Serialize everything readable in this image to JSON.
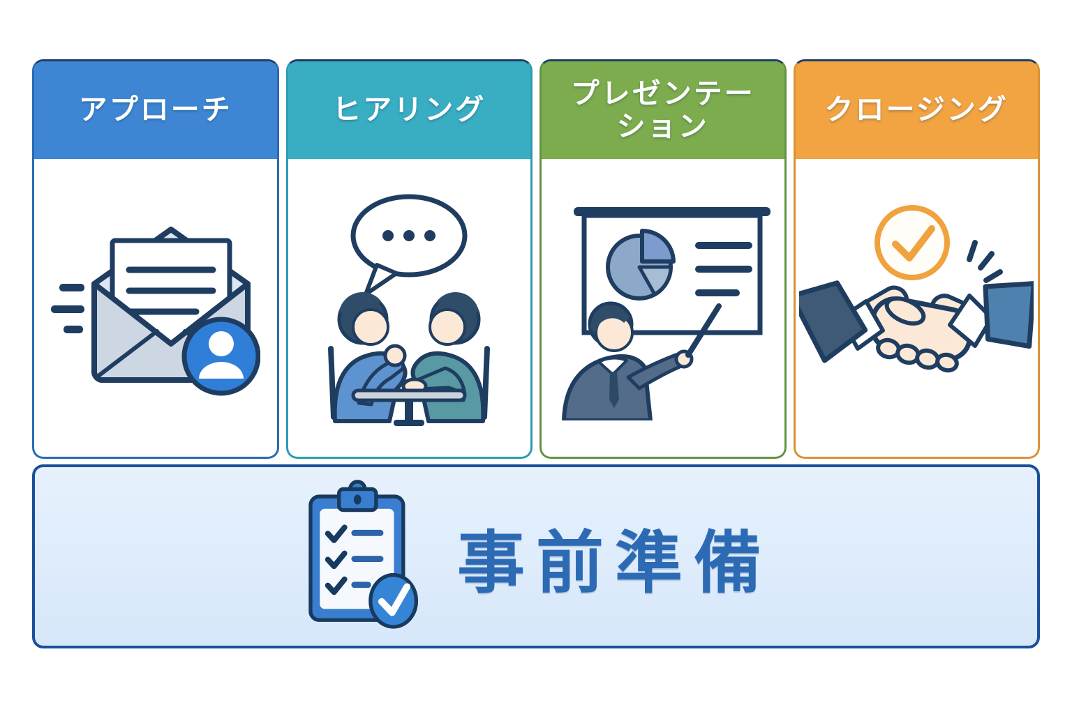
{
  "title": "営業プロセス図 (sales process diagram)",
  "stages": {
    "columns": [
      {
        "id": "approach",
        "label": "アプローチ",
        "header_color": "#3e86d3",
        "border_color": "#2a6ab2",
        "icon": "email-send-icon"
      },
      {
        "id": "hearing",
        "label": "ヒアリング",
        "header_color": "#39adc2",
        "border_color": "#2b9cb3",
        "icon": "conversation-icon"
      },
      {
        "id": "presentation",
        "label": "プレゼンテーション",
        "label_line1": "プレゼンテー",
        "label_line2": "ション",
        "header_color": "#7cac4d",
        "border_color": "#649343",
        "icon": "presentation-board-icon"
      },
      {
        "id": "closing",
        "label": "クロージング",
        "header_color": "#f2a342",
        "border_color": "#da9234",
        "icon": "handshake-icon"
      }
    ]
  },
  "banner": {
    "label": "事前準備",
    "background": "#dcebfa",
    "border_color": "#1c4f9b",
    "text_color": "#2d6ab4",
    "icon": "checklist-clipboard-icon"
  },
  "palette": {
    "outline_navy": "#1f3d60",
    "skin": "#fbe8d6",
    "hair": "#2f4d68",
    "envelope_body": "#ccd7e3",
    "envelope_flap": "#dde6f0",
    "person_badge_blue": "#2f7fd8",
    "shirt_left_blue": "#5d93ce",
    "shirt_right_teal": "#5899a4",
    "table_gray": "#ccd3da",
    "suit_gray_blue": "#526c89",
    "pie_main": "#8ca9c9",
    "pie_quarter": "#7b9ccd",
    "pie_slice_light": "#a8bcd4",
    "sleeve_dark": "#3e5a77",
    "sleeve_blue": "#4f81ae",
    "check_orange": "#f0a23f",
    "clipboard_blue": "#3a7ecf",
    "check_circle_blue": "#3584d6",
    "list_line_blue": "#2d63a8"
  }
}
